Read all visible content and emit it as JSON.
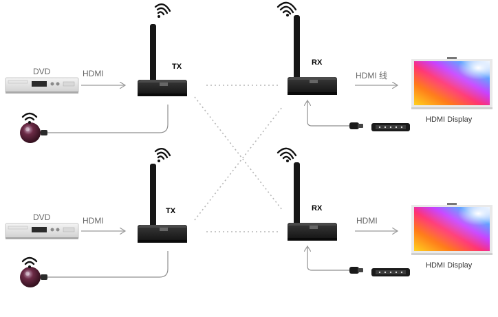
{
  "row1": {
    "source_label": "DVD",
    "input_link_label": "HDMI",
    "transmitter_label": "TX",
    "receiver_label": "RX",
    "output_link_label": "HDMI 线",
    "display_label": "HDMI Display"
  },
  "row2": {
    "source_label": "DVD",
    "input_link_label": "HDMI",
    "transmitter_label": "TX",
    "receiver_label": "RX",
    "output_link_label": "HDMI",
    "display_label": "HDMI Display"
  },
  "icons": [
    "dvd-player-icon",
    "transmitter-icon",
    "receiver-icon",
    "antenna-icon",
    "wifi-signal-icon",
    "ir-sensor-icon",
    "ir-receiver-cable-icon",
    "remote-control-icon",
    "tv-display-icon"
  ],
  "colors": {
    "device_body": "#1e1e1e",
    "connector_line": "#9a9a9a",
    "dotted_link": "#b5b5b5"
  }
}
